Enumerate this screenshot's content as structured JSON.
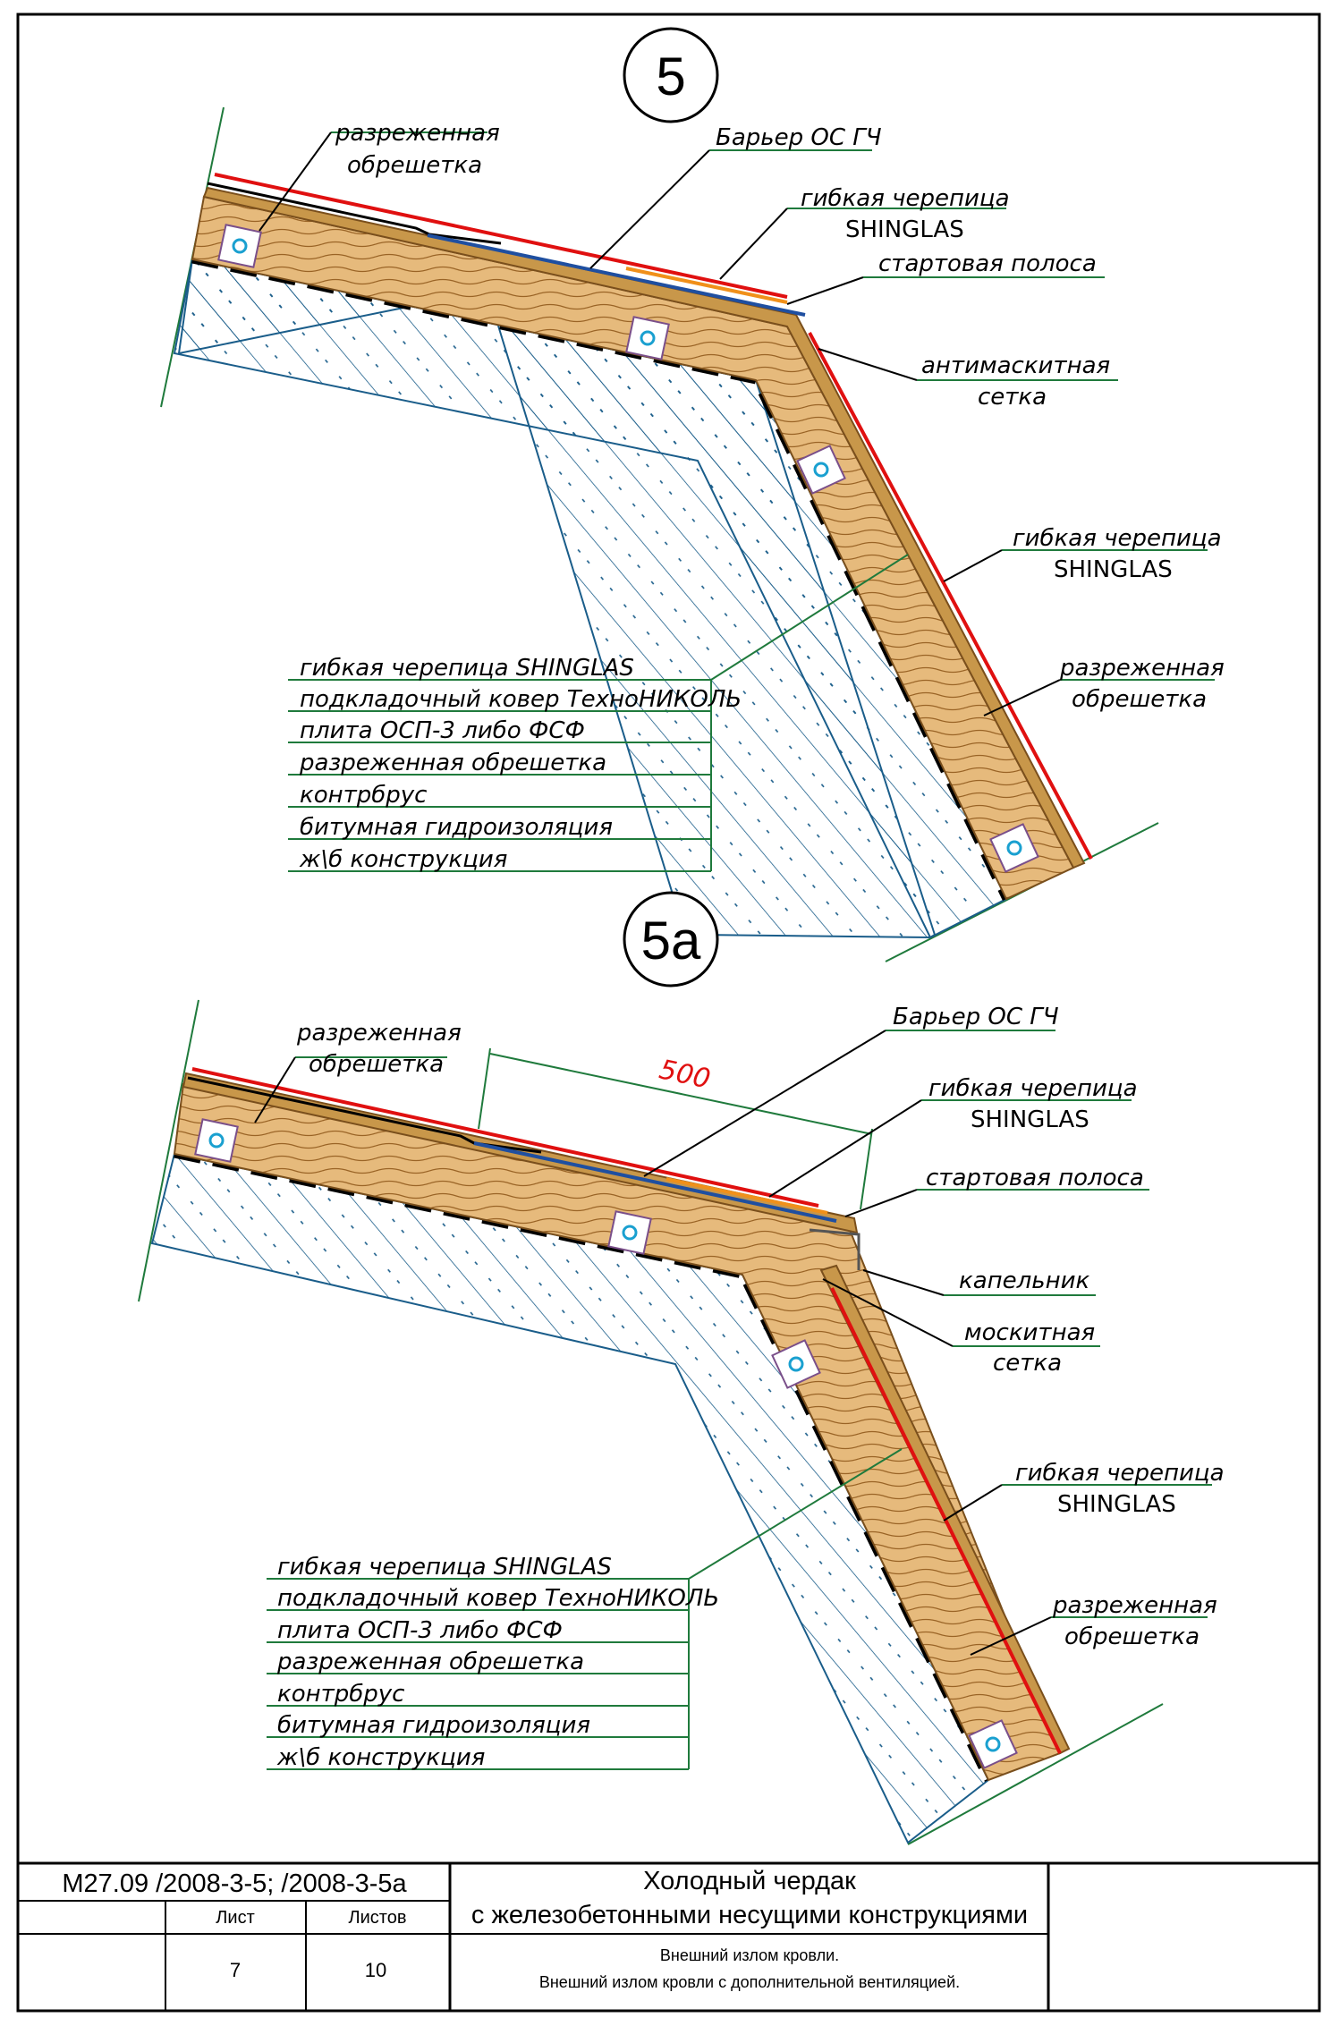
{
  "detail_5": {
    "number": "5",
    "labels": {
      "lathing_top": [
        "разреженная",
        "обрешетка"
      ],
      "barrier": "Барьер ОС ГЧ",
      "shingles_top": [
        "гибкая черепица",
        "SHINGLAS"
      ],
      "starter": "стартовая полоса",
      "anti_mesh": [
        "антимаскитная",
        "сетка"
      ],
      "shingles_side": [
        "гибкая черепица",
        "SHINGLAS"
      ],
      "lathing_side": [
        "разреженная",
        "обрешетка"
      ]
    },
    "layers": [
      "гибкая черепица SHINGLAS",
      "подкладочный ковер ТехноНИКОЛЬ",
      "плита ОСП-3 либо ФСФ",
      "разреженная обрешетка",
      "контрбрус",
      "битумная гидроизоляция",
      "ж\\б конструкция"
    ]
  },
  "detail_5a": {
    "number": "5а",
    "dimension": "500",
    "labels": {
      "lathing_top": [
        "разреженная",
        "обрешетка"
      ],
      "barrier": "Барьер ОС ГЧ",
      "shingles_top": [
        "гибкая черепица",
        "SHINGLAS"
      ],
      "starter": "стартовая полоса",
      "drip": "капельник",
      "mosquito_mesh": [
        "москитная",
        "сетка"
      ],
      "shingles_side": [
        "гибкая черепица",
        "SHINGLAS"
      ],
      "lathing_side": [
        "разреженная",
        "обрешетка"
      ]
    },
    "layers": [
      "гибкая черепица SHINGLAS",
      "подкладочный ковер ТехноНИКОЛЬ",
      "плита ОСП-3 либо ФСФ",
      "разреженная обрешетка",
      "контрбрус",
      "битумная гидроизоляция",
      "ж\\б конструкция"
    ]
  },
  "title_block": {
    "code": "М27.09 /2008-3-5; /2008-3-5а",
    "title_line1": "Холодный чердак",
    "title_line2": "с железобетонными несущими конструкциями",
    "sheet_label": "Лист",
    "sheets_label": "Листов",
    "sheet": "7",
    "sheets": "10",
    "desc_line1": "Внешний излом кровли.",
    "desc_line2": "Внешний излом кровли с дополнительной вентиляцией."
  },
  "colors": {
    "shingle_red": "#e01010",
    "barrier_blue": "#1f4fa0",
    "starter_orange": "#f0901a",
    "wood": "#c8974a",
    "concrete_hatch": "#1a5d8a",
    "leader_green": "#1f7a3c"
  }
}
